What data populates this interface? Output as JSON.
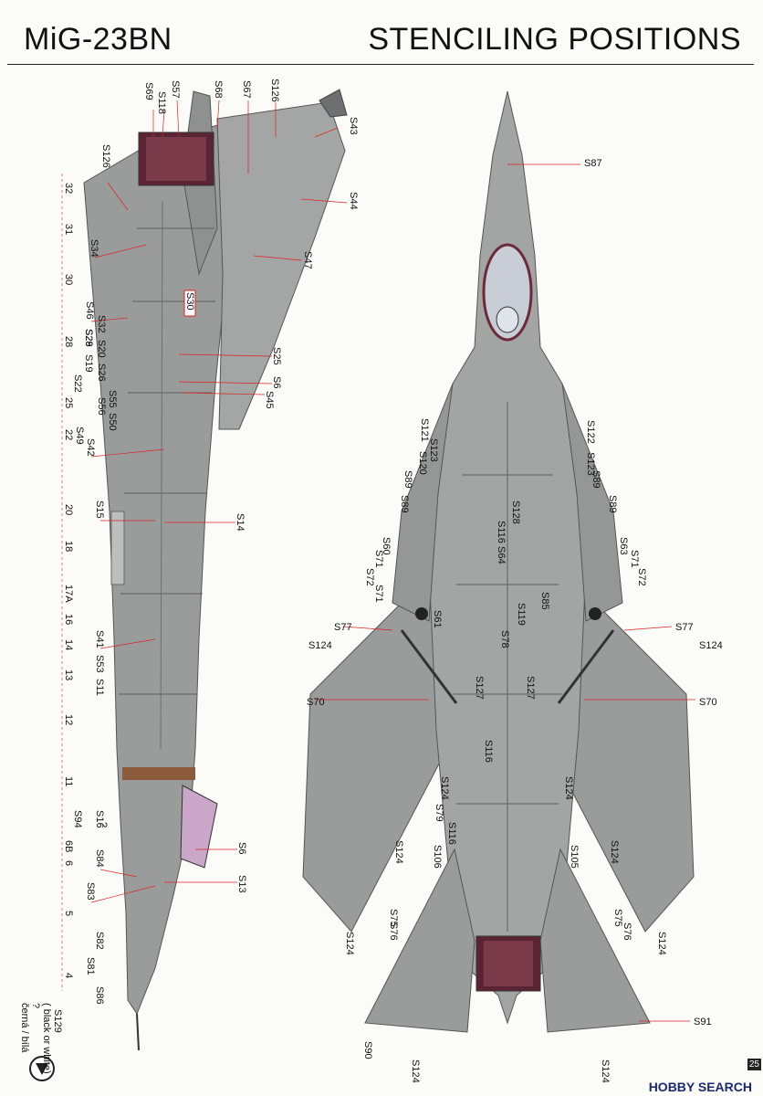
{
  "header": {
    "aircraft": "MiG-23BN",
    "title": "STENCILING POSITIONS"
  },
  "footer": {
    "brand": "HOBBY SEARCH",
    "page": "25"
  },
  "side_view": {
    "stations": [
      "32",
      "31",
      "30",
      "28",
      "25",
      "22",
      "20",
      "18",
      "17A",
      "16",
      "14",
      "13",
      "12",
      "11",
      "6B",
      "6",
      "5",
      "4"
    ],
    "color_note": [
      "černá / bílá",
      "?",
      "( black or white)"
    ],
    "left_labels": [
      {
        "id": "top_s69",
        "text": "S69"
      },
      {
        "id": "top_s118",
        "text": "S118"
      },
      {
        "id": "top_s57",
        "text": "S57"
      },
      {
        "id": "top_s68",
        "text": "S68"
      },
      {
        "id": "top_s67",
        "text": "S67"
      },
      {
        "id": "top_s126",
        "text": "S126"
      },
      {
        "id": "s126b",
        "text": "S126"
      },
      {
        "id": "s34",
        "text": "S34"
      },
      {
        "id": "s46",
        "text": "S46"
      },
      {
        "id": "s32",
        "text": "S32"
      },
      {
        "id": "s29",
        "text": "S29"
      },
      {
        "id": "s20",
        "text": "S20"
      },
      {
        "id": "s28",
        "text": "S28"
      },
      {
        "id": "s26",
        "text": "S26"
      },
      {
        "id": "s19",
        "text": "S19"
      },
      {
        "id": "s22",
        "text": "S22"
      },
      {
        "id": "s55",
        "text": "S55"
      },
      {
        "id": "s56",
        "text": "S56"
      },
      {
        "id": "s50",
        "text": "S50"
      },
      {
        "id": "s49",
        "text": "S49"
      },
      {
        "id": "s42",
        "text": "S42"
      },
      {
        "id": "s15",
        "text": "S15"
      },
      {
        "id": "s41",
        "text": "S41"
      },
      {
        "id": "s53",
        "text": "S53"
      },
      {
        "id": "s11",
        "text": "S11"
      },
      {
        "id": "s16",
        "text": "S16"
      },
      {
        "id": "q",
        "text": "?"
      },
      {
        "id": "s94",
        "text": "S94"
      },
      {
        "id": "s84",
        "text": "S84"
      },
      {
        "id": "s83",
        "text": "S83"
      },
      {
        "id": "s82",
        "text": "S82"
      },
      {
        "id": "s81",
        "text": "S81"
      },
      {
        "id": "s86",
        "text": "S86"
      },
      {
        "id": "s129",
        "text": "S129"
      },
      {
        "id": "s30",
        "text": "S30"
      }
    ],
    "right_labels": [
      {
        "id": "s43",
        "text": "S43"
      },
      {
        "id": "s44",
        "text": "S44"
      },
      {
        "id": "s47",
        "text": "S47"
      },
      {
        "id": "s25",
        "text": "S25"
      },
      {
        "id": "s6",
        "text": "S6"
      },
      {
        "id": "s45",
        "text": "S45"
      },
      {
        "id": "s14",
        "text": "S14"
      },
      {
        "id": "s6b",
        "text": "S6"
      },
      {
        "id": "s13",
        "text": "S13"
      }
    ]
  },
  "top_view": {
    "labels": [
      {
        "id": "s87",
        "text": "S87"
      },
      {
        "id": "s121",
        "text": "S121"
      },
      {
        "id": "s122",
        "text": "S122"
      },
      {
        "id": "s123a",
        "text": "S123"
      },
      {
        "id": "s123b",
        "text": "S123"
      },
      {
        "id": "s120",
        "text": "S120"
      },
      {
        "id": "s89a",
        "text": "S89"
      },
      {
        "id": "s89b",
        "text": "S89"
      },
      {
        "id": "s89c",
        "text": "S89"
      },
      {
        "id": "s89d",
        "text": "S89"
      },
      {
        "id": "s128",
        "text": "S128"
      },
      {
        "id": "s116a",
        "text": "S116"
      },
      {
        "id": "s64",
        "text": "S64"
      },
      {
        "id": "s60",
        "text": "S60"
      },
      {
        "id": "s71a",
        "text": "S71"
      },
      {
        "id": "s72a",
        "text": "S72"
      },
      {
        "id": "s71b",
        "text": "S71"
      },
      {
        "id": "s63",
        "text": "S63"
      },
      {
        "id": "s71c",
        "text": "S71"
      },
      {
        "id": "s72b",
        "text": "S72"
      },
      {
        "id": "s85",
        "text": "S85"
      },
      {
        "id": "s61",
        "text": "S61"
      },
      {
        "id": "s119",
        "text": "S119"
      },
      {
        "id": "s78",
        "text": "S78"
      },
      {
        "id": "s77a",
        "text": "S77"
      },
      {
        "id": "s124a",
        "text": "S124"
      },
      {
        "id": "s77b",
        "text": "S77"
      },
      {
        "id": "s124b",
        "text": "S124"
      },
      {
        "id": "s127a",
        "text": "S127"
      },
      {
        "id": "s127b",
        "text": "S127"
      },
      {
        "id": "s70a",
        "text": "S70"
      },
      {
        "id": "s70b",
        "text": "S70"
      },
      {
        "id": "s116b",
        "text": "S116"
      },
      {
        "id": "s124c",
        "text": "S124"
      },
      {
        "id": "s124d",
        "text": "S124"
      },
      {
        "id": "s79",
        "text": "S79"
      },
      {
        "id": "s116c",
        "text": "S116"
      },
      {
        "id": "s106",
        "text": "S106"
      },
      {
        "id": "s105",
        "text": "S105"
      },
      {
        "id": "s124e",
        "text": "S124"
      },
      {
        "id": "s124f",
        "text": "S124"
      },
      {
        "id": "s75a",
        "text": "S75"
      },
      {
        "id": "s76a",
        "text": "S76"
      },
      {
        "id": "s75b",
        "text": "S75"
      },
      {
        "id": "s76b",
        "text": "S76"
      },
      {
        "id": "s124g",
        "text": "S124"
      },
      {
        "id": "s124h",
        "text": "S124"
      },
      {
        "id": "s91",
        "text": "S91"
      },
      {
        "id": "s90",
        "text": "S90"
      },
      {
        "id": "s124i",
        "text": "S124"
      },
      {
        "id": "s124j",
        "text": "S124"
      }
    ]
  },
  "colors": {
    "airframe": "#9a9c9b",
    "panel_line": "#5d5f60",
    "canopy": "#6b2b3a",
    "leader": "#d22",
    "exhaust": "#5b2434"
  },
  "icons": [
    "arrow-down-circle-icon"
  ]
}
